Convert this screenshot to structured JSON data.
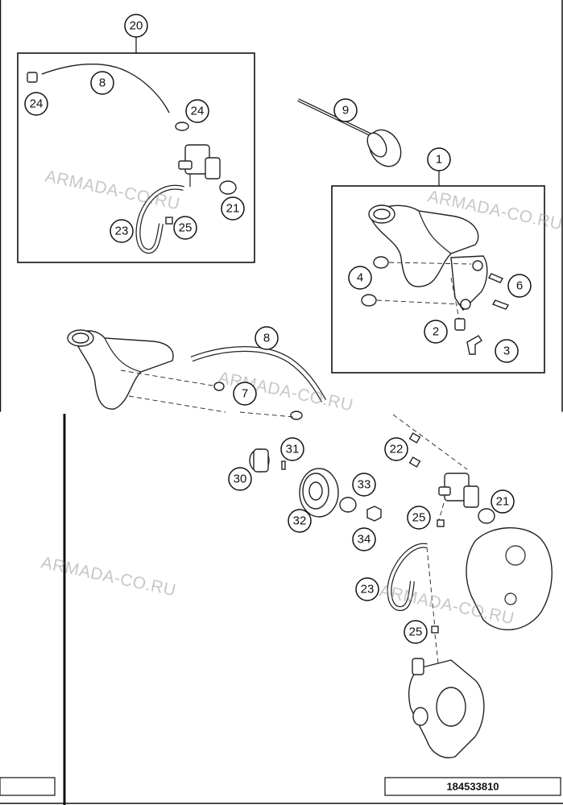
{
  "callouts": {
    "c20": "20",
    "c8a": "8",
    "c24a": "24",
    "c24b": "24",
    "c21a": "21",
    "c23a": "23",
    "c25a": "25",
    "c9": "9",
    "c1": "1",
    "c4": "4",
    "c6": "6",
    "c2": "2",
    "c3": "3",
    "c8b": "8",
    "c7": "7",
    "c22": "22",
    "c31": "31",
    "c30": "30",
    "c33": "33",
    "c32": "32",
    "c34": "34",
    "c25b": "25",
    "c21b": "21",
    "c23b": "23",
    "c25c": "25"
  },
  "watermark": "ARMADA-CO.RU",
  "document_number": "184533810"
}
